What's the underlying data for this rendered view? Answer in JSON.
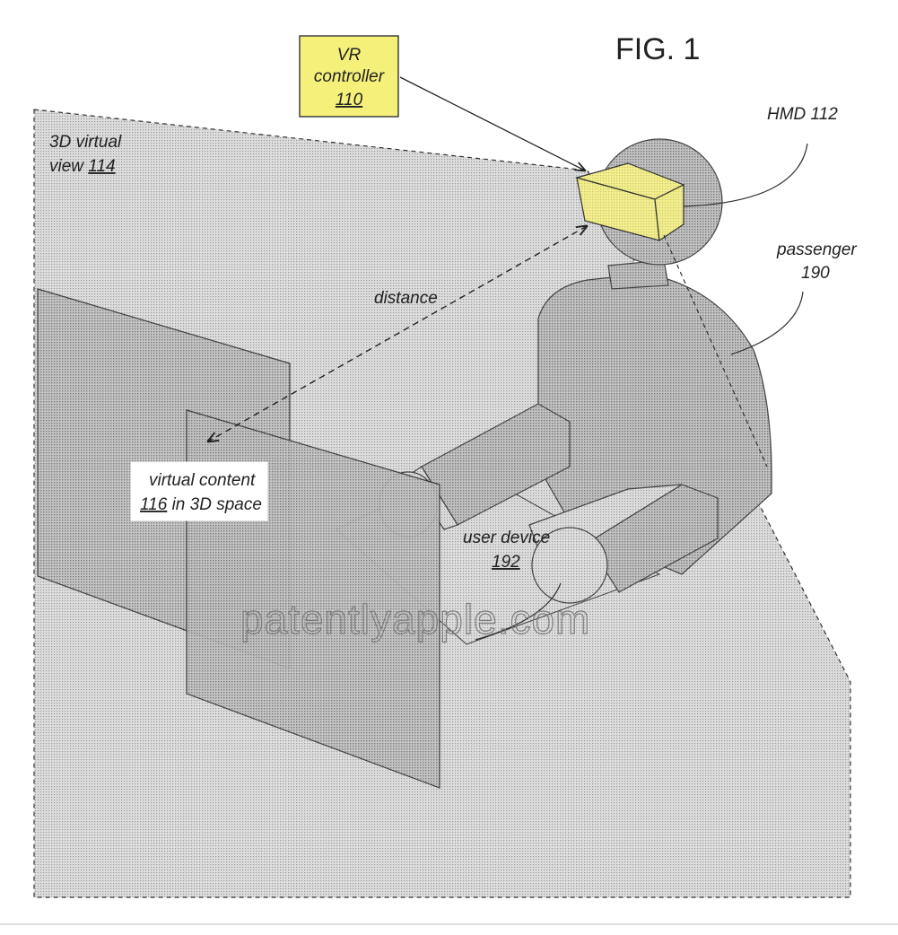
{
  "figure": {
    "title": "FIG. 1",
    "watermark": "patentlyapple.com"
  },
  "labels": {
    "vr_controller": {
      "line1": "VR",
      "line2": "controller",
      "ref": "110"
    },
    "hmd": {
      "text": "HMD 112"
    },
    "virtual_view": {
      "line1": "3D virtual",
      "line2_prefix": "view ",
      "ref": "114"
    },
    "passenger": {
      "line1": "passenger",
      "ref": "190"
    },
    "distance": {
      "text": "distance"
    },
    "virtual_content": {
      "line1": "virtual content",
      "ref": "116",
      "line2_suffix": " in 3D space"
    },
    "user_device": {
      "line1": "user device",
      "ref": "192"
    }
  },
  "colors": {
    "controller_fill": "#f5f07a",
    "hmd_fill": "#f2ee88",
    "shading": "#bdbdbd",
    "line": "#222222"
  }
}
